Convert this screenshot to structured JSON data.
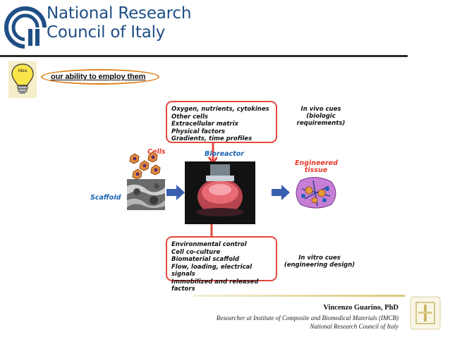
{
  "header": {
    "brand_line1": "National Research",
    "brand_line2": "Council of Italy"
  },
  "idea": {
    "bulb_label": "idea",
    "headline": "our ability to employ them"
  },
  "figure": {
    "top_box_lines": [
      "Oxygen, nutrients, cytokines",
      "Other cells",
      "Extracellular matrix",
      "Physical factors",
      "Gradients, time profiles"
    ],
    "in_vivo_line1": "In vivo cues",
    "in_vivo_line2": "(biologic requirements)",
    "cells_label": "Cells",
    "bioreactor_label": "Bioreactor",
    "scaffold_label": "Scaffold",
    "engineered_line1": "Engineered",
    "engineered_line2": "tissue",
    "bottom_box_lines": [
      "Environmental control",
      "Cell co-culture",
      "Biomaterial scaffold",
      "Flow, loading, electrical signals",
      "Immobilized and released factors"
    ],
    "in_vitro_line1": "In vitro cues",
    "in_vitro_line2": "(engineering design)"
  },
  "footer": {
    "name": "Vincenzo Guarino, PhD",
    "role": "Researcher at Institute of Composite and Biomedical Materials (IMCB)",
    "org": "National Research Council of Italy"
  },
  "colors": {
    "brand_blue": "#1f4f85",
    "box_red": "#e3483e",
    "label_blue": "#1c63b5",
    "arrow_blue": "#3a5fb0",
    "oval_orange": "#e0801a"
  }
}
